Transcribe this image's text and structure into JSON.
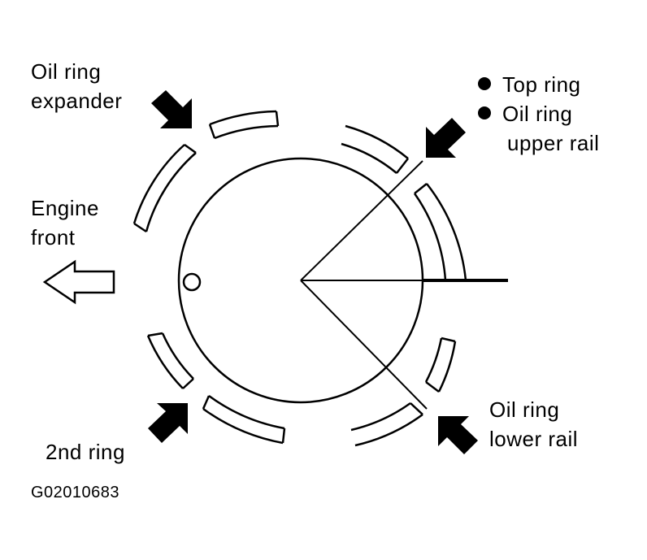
{
  "labels": {
    "oil_ring_expander": [
      "Oil ring",
      "expander"
    ],
    "engine_front": [
      "Engine",
      "front"
    ],
    "second_ring": "2nd ring",
    "top_ring": "Top ring",
    "oil_ring_upper": [
      "Oil ring",
      "upper rail"
    ],
    "oil_ring_lower": [
      "Oil ring",
      "lower rail"
    ],
    "figure_code": "G02010683"
  },
  "colors": {
    "ink": "#000000",
    "paper": "#ffffff"
  }
}
